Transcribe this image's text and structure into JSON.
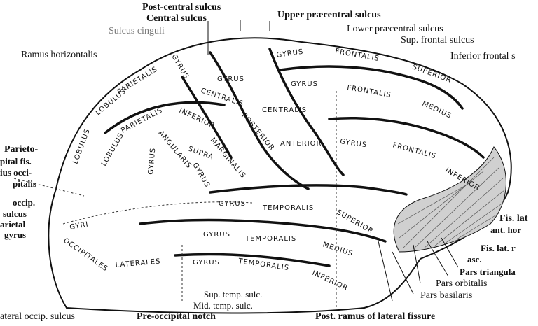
{
  "top_labels": {
    "post_central": "Post-central sulcus",
    "central": "Central sulcus",
    "upper_precentral": "Upper præcentral sulcus",
    "sulcus_cinguli": "Sulcus cinguli",
    "lower_precentral": "Lower præcentral sulcus",
    "sup_frontal": "Sup. frontal sulcus",
    "inferior_frontal": "Inferior frontal s"
  },
  "left_labels": {
    "ramus_horizontalis": "Ramus horizontalis",
    "parieto": "Parieto-",
    "pital_fis": "pital fis.",
    "ius_occi": "ius occi-",
    "pitalis": "pitalis",
    "occip": "occip.",
    "sulcus": "sulcus",
    "arietal": "arietal",
    "gyrus": "gyrus"
  },
  "right_labels": {
    "fis_lat": "Fis. lat",
    "ant_hor": "ant. hor",
    "fis_lat_r": "Fis. lat. r",
    "asc": "asc.",
    "pars_triangularis": "Pars triangula",
    "pars_orbitalis": "Pars orbitalis",
    "pars_basilaris": "Pars basilaris"
  },
  "bottom_labels": {
    "lateral_occip": "ateral occip. sulcus",
    "pre_occipital": "Pre-occipital notch",
    "post_ramus": "Post. ramus of lateral fissure",
    "sup_temp": "Sup. temp. sulc.",
    "mid_temp": "Mid. temp. sulc."
  },
  "gyri": {
    "gyrus": "GYRUS",
    "frontalis": "FRONTALIS",
    "superior": "SUPERIOR",
    "medius": "MEDIUS",
    "inferior": "INFERIOR",
    "centralis": "CENTRALIS",
    "anterior": "ANTERIOR",
    "posterior": "POSTERIOR",
    "lobulus": "LOBULUS",
    "parietalis": "PARIETALIS",
    "angularis": "ANGULARIS",
    "supra": "SUPRA",
    "marginalis": "MARGINALIS",
    "temporalis": "TEMPORALIS",
    "gyri": "GYRI",
    "occipitales": "OCCIPITALES",
    "laterales": "LATERALES"
  }
}
